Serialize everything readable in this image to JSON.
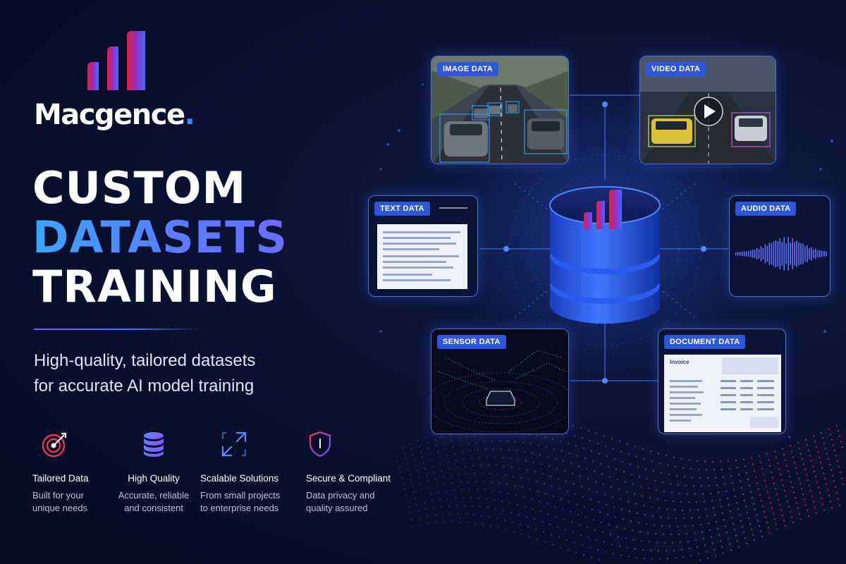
{
  "brand": {
    "name": "Macgence",
    "dot": "."
  },
  "headline": {
    "line1": "CUSTOM",
    "line2": "DATASETS",
    "line3": "TRAINING"
  },
  "subtitle": {
    "line1": "High-quality, tailored datasets",
    "line2": "for accurate AI model training"
  },
  "features": [
    {
      "icon": "target-icon",
      "title": "Tailored Data",
      "desc1": "Built for your",
      "desc2": "unique needs"
    },
    {
      "icon": "database-icon",
      "title": "High Quality",
      "desc1": "Accurate, reliable",
      "desc2": "and consistent"
    },
    {
      "icon": "expand-arrows-icon",
      "title": "Scalable Solutions",
      "desc1": "From small projects",
      "desc2": "to enterprise needs"
    },
    {
      "icon": "shield-icon",
      "title": "Secure & Compliant",
      "desc1": "Data privacy and",
      "desc2": "quality assured"
    }
  ],
  "cards": {
    "image": {
      "tag": "IMAGE DATA"
    },
    "video": {
      "tag": "VIDEO DATA"
    },
    "text": {
      "tag": "TEXT DATA"
    },
    "audio": {
      "tag": "AUDIO DATA"
    },
    "sensor": {
      "tag": "SENSOR DATA"
    },
    "document": {
      "tag": "DOCUMENT DATA",
      "doc_title": "Invoice"
    }
  },
  "colors": {
    "accent_blue": "#3f86ff",
    "accent_red": "#e0203a",
    "tag_bg": "#2f56d8",
    "background": "#0a1232"
  }
}
